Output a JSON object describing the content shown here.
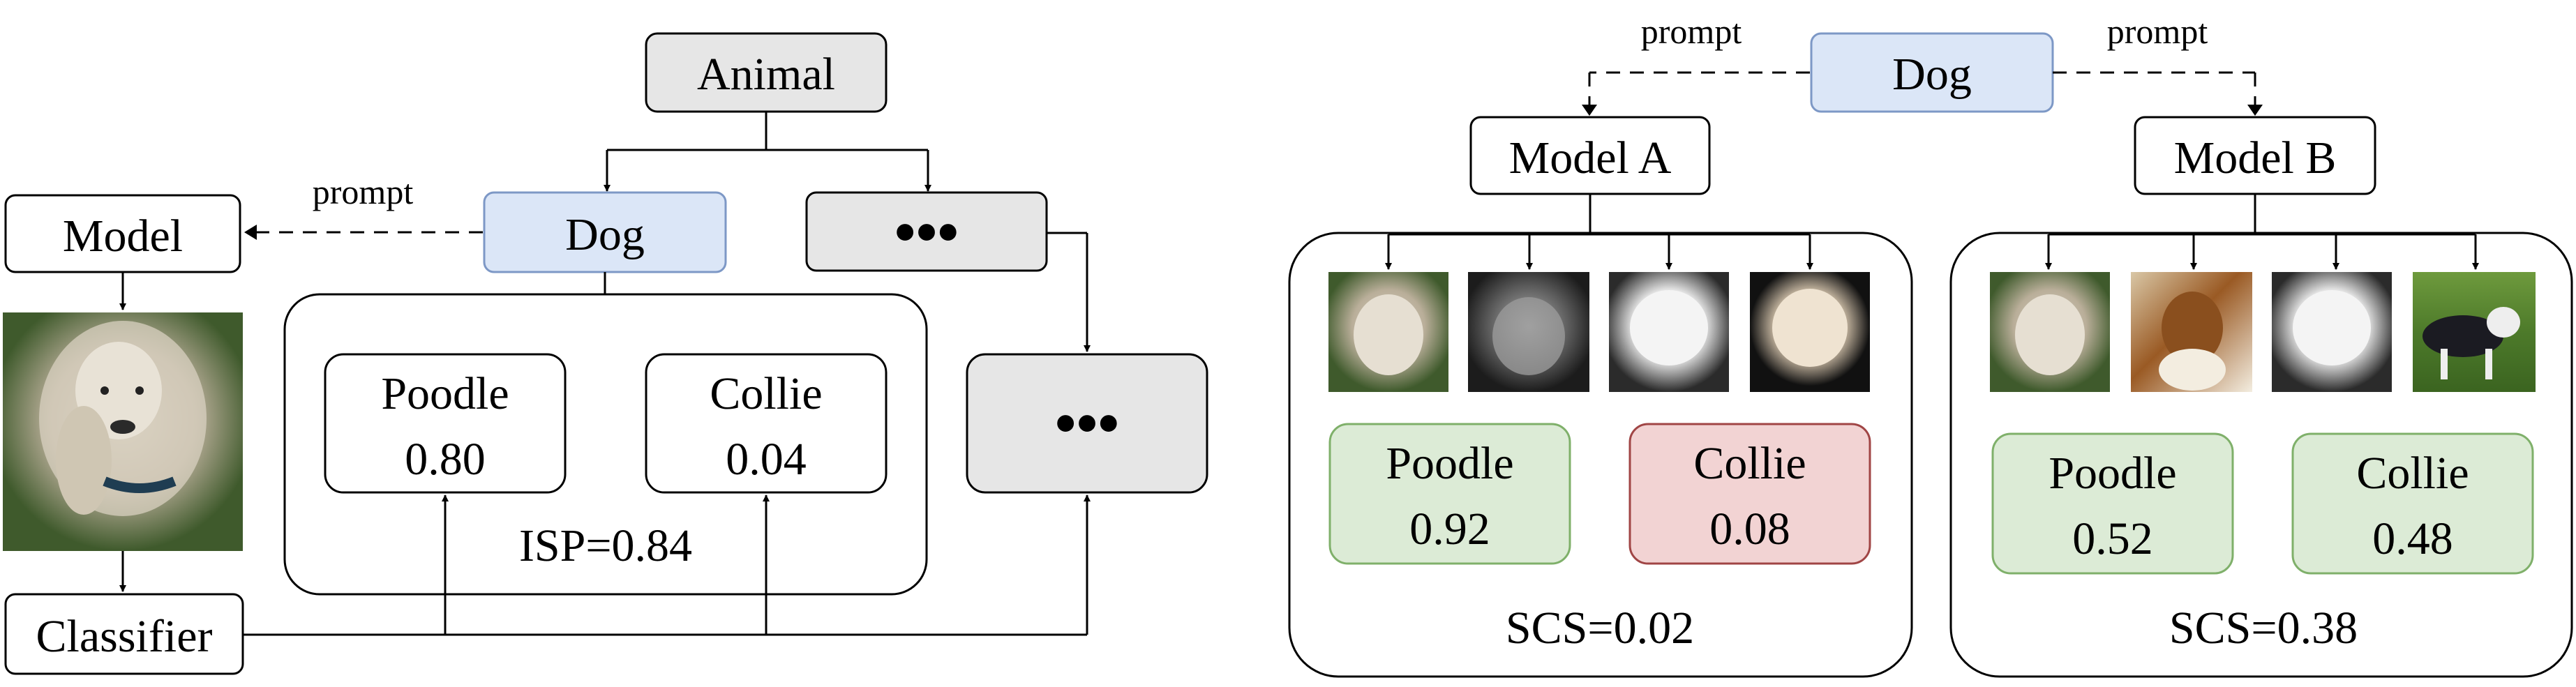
{
  "left": {
    "animal_label": "Animal",
    "dog_label": "Dog",
    "prompt_label": "prompt",
    "model_label": "Model",
    "classifier_label": "Classifier",
    "ellipsis_label": "•••",
    "classes": [
      {
        "name": "Poodle",
        "score": "0.80"
      },
      {
        "name": "Collie",
        "score": "0.04"
      }
    ],
    "isp_label": "ISP=0.84"
  },
  "right": {
    "dog_label": "Dog",
    "prompt_left": "prompt",
    "prompt_right": "prompt",
    "model_a": {
      "label": "Model A",
      "images": [
        "poodle photo",
        "grey poodle photo",
        "white bichon photo",
        "white fluffy dog photo"
      ],
      "results": [
        {
          "name": "Poodle",
          "score": "0.92"
        },
        {
          "name": "Collie",
          "score": "0.08"
        }
      ],
      "scs_label": "SCS=0.02"
    },
    "model_b": {
      "label": "Model B",
      "images": [
        "poodle photo",
        "rough collie photo",
        "white bichon photo",
        "border collie photo"
      ],
      "results": [
        {
          "name": "Poodle",
          "score": "0.52"
        },
        {
          "name": "Collie",
          "score": "0.48"
        }
      ],
      "scs_label": "SCS=0.38"
    }
  },
  "colors": {
    "blue_fill": "#dbe6f7",
    "blue_stroke": "#7d98c6",
    "gray_fill": "#e6e6e6",
    "green_fill": "#dcebd6",
    "green_stroke": "#7fb06a",
    "red_fill": "#f2d3d3",
    "red_stroke": "#a04545"
  }
}
